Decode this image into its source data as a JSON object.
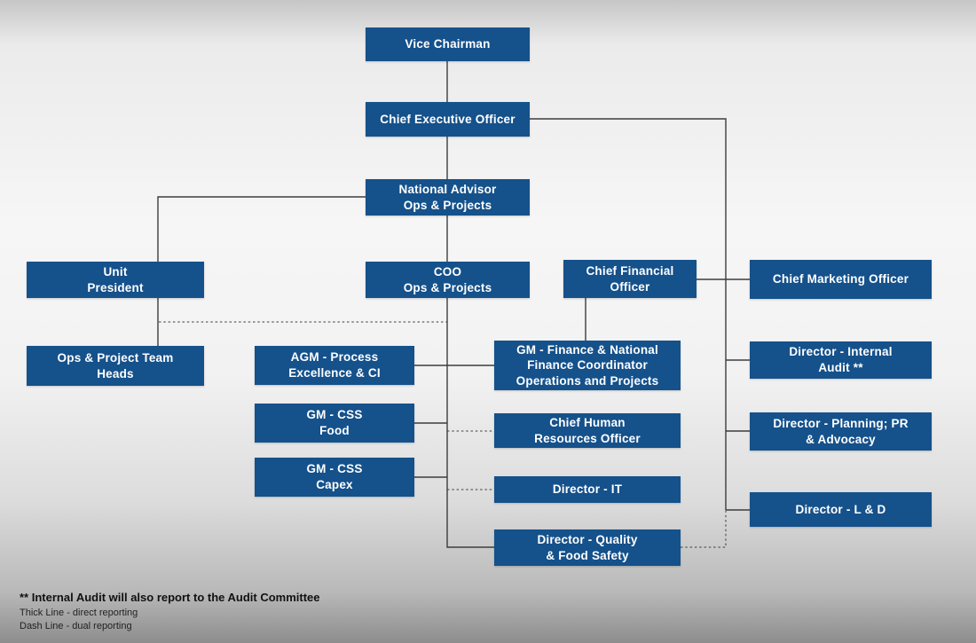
{
  "diagram_type": "organization-chart",
  "nodes": [
    {
      "id": "vice-chairman",
      "lines": [
        "Vice Chairman"
      ]
    },
    {
      "id": "ceo",
      "lines": [
        "Chief Executive Officer"
      ]
    },
    {
      "id": "national-advisor",
      "lines": [
        "National Advisor",
        "Ops & Projects"
      ]
    },
    {
      "id": "unit-president",
      "lines": [
        "Unit",
        "President"
      ]
    },
    {
      "id": "coo",
      "lines": [
        "COO",
        "Ops & Projects"
      ]
    },
    {
      "id": "cfo",
      "lines": [
        "Chief Financial",
        "Officer"
      ]
    },
    {
      "id": "cmo",
      "lines": [
        "Chief Marketing Officer"
      ]
    },
    {
      "id": "ops-team-heads",
      "lines": [
        "Ops & Project Team",
        "Heads"
      ]
    },
    {
      "id": "agm-process-excellence",
      "lines": [
        "AGM - Process",
        "Excellence & CI"
      ]
    },
    {
      "id": "gm-finance",
      "lines": [
        "GM - Finance & National",
        "Finance Coordinator",
        "Operations and Projects"
      ]
    },
    {
      "id": "dir-internal-audit",
      "lines": [
        "Director - Internal",
        "Audit **"
      ]
    },
    {
      "id": "gm-css-food",
      "lines": [
        "GM - CSS",
        "Food"
      ]
    },
    {
      "id": "chro",
      "lines": [
        "Chief Human",
        "Resources Officer"
      ]
    },
    {
      "id": "dir-planning-pr",
      "lines": [
        "Director - Planning; PR",
        "& Advocacy"
      ]
    },
    {
      "id": "gm-css-capex",
      "lines": [
        "GM - CSS",
        "Capex"
      ]
    },
    {
      "id": "dir-it",
      "lines": [
        "Director - IT"
      ]
    },
    {
      "id": "dir-ld",
      "lines": [
        "Director - L & D"
      ]
    },
    {
      "id": "dir-quality",
      "lines": [
        "Director - Quality",
        "& Food Safety"
      ]
    }
  ],
  "edges": [
    {
      "from": "vice-chairman",
      "to": "ceo",
      "type": "direct"
    },
    {
      "from": "ceo",
      "to": "national-advisor",
      "type": "direct"
    },
    {
      "from": "national-advisor",
      "to": "coo",
      "type": "direct"
    },
    {
      "from": "national-advisor",
      "to": "unit-president",
      "type": "direct"
    },
    {
      "from": "unit-president",
      "to": "ops-team-heads",
      "type": "direct"
    },
    {
      "from": "ceo",
      "to": "cfo",
      "type": "direct"
    },
    {
      "from": "ceo",
      "to": "cmo",
      "type": "direct"
    },
    {
      "from": "ceo",
      "to": "dir-internal-audit",
      "type": "direct"
    },
    {
      "from": "ceo",
      "to": "dir-planning-pr",
      "type": "direct"
    },
    {
      "from": "ceo",
      "to": "dir-ld",
      "type": "direct"
    },
    {
      "from": "cfo",
      "to": "gm-finance",
      "type": "direct"
    },
    {
      "from": "coo",
      "to": "agm-process-excellence",
      "type": "direct"
    },
    {
      "from": "coo",
      "to": "gm-finance",
      "type": "direct"
    },
    {
      "from": "coo",
      "to": "gm-css-food",
      "type": "direct"
    },
    {
      "from": "coo",
      "to": "gm-css-capex",
      "type": "direct"
    },
    {
      "from": "coo",
      "to": "dir-quality",
      "type": "direct"
    },
    {
      "from": "ops-team-heads",
      "to": "coo",
      "type": "dual"
    },
    {
      "from": "chro",
      "to": "coo",
      "type": "dual"
    },
    {
      "from": "dir-it",
      "to": "coo",
      "type": "dual"
    },
    {
      "from": "dir-quality",
      "to": "ceo",
      "type": "dual"
    }
  ],
  "footnotes": {
    "note": "** Internal Audit will also report to the Audit Committee",
    "thick": "Thick Line - direct reporting",
    "dash": "Dash Line - dual reporting"
  },
  "colors": {
    "node_fill": "#15518B",
    "node_text": "#FFFFFF",
    "connector": "#3C3C3C"
  }
}
